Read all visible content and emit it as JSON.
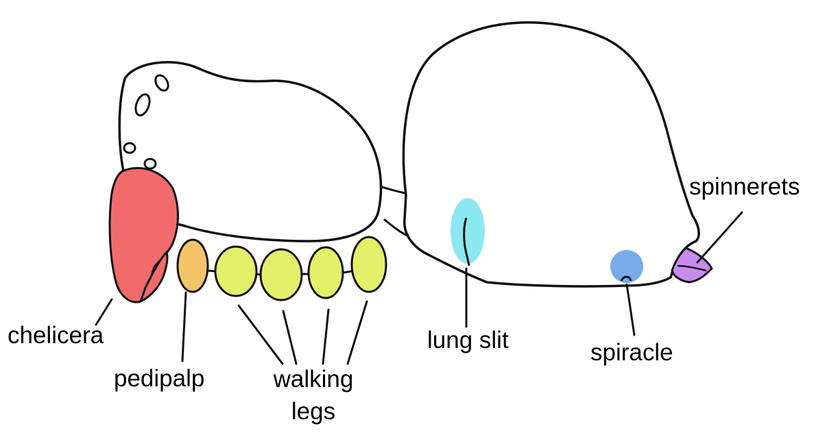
{
  "labels": {
    "chelicera": "chelicera",
    "pedipalp": "pedipalp",
    "walking_legs_line1": "walking",
    "walking_legs_line2": "legs",
    "lung_slit": "lung slit",
    "spiracle": "spiracle",
    "spinnerets": "spinnerets"
  },
  "colors": {
    "outline": "#111111",
    "body_fill": "#ffffff",
    "chelicera": "#f26b6b",
    "pedipalp": "#f5c46a",
    "walking_legs": "#e4f06a",
    "lung_slit_highlight": "#7ee6f0",
    "spiracle_highlight": "#6fa8e8",
    "spinnerets": "#c98af0"
  }
}
